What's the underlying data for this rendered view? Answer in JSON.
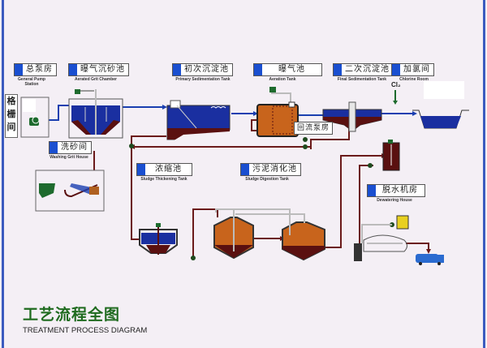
{
  "title": {
    "cn": "工艺流程全图",
    "en": "TREATMENT PROCESS DIAGRAM"
  },
  "units": [
    {
      "id": "grille",
      "cn": "格栅间",
      "en": ""
    },
    {
      "id": "pump_station",
      "cn": "总泵房",
      "en": "General Pump Station"
    },
    {
      "id": "grit_chamber",
      "cn": "曝气沉砂池",
      "en": "Aerated Grit  Chamber"
    },
    {
      "id": "primary_sed",
      "cn": "初次沉淀池",
      "en": "Primary Sedimentation Tank"
    },
    {
      "id": "aeration",
      "cn": "曝气池",
      "en": "Aeration Tank"
    },
    {
      "id": "final_sed",
      "cn": "二次沉淀池",
      "en": "Final Sedimentation Tank"
    },
    {
      "id": "chlorine",
      "cn": "加氯间",
      "en": "Chlorine Room"
    },
    {
      "id": "grit_wash",
      "cn": "洗砂间",
      "en": "Washing Grit House"
    },
    {
      "id": "thickening",
      "cn": "浓缩池",
      "en": "Sludge Thickening Tank"
    },
    {
      "id": "digestion",
      "cn": "污泥消化池",
      "en": "Sludge Digestion Tank"
    },
    {
      "id": "dewatering",
      "cn": "脱水机房",
      "en": "Dewatering House"
    },
    {
      "id": "return_pump",
      "cn": "回流泵房",
      "en": ""
    }
  ],
  "chemical": "Cl₂",
  "colors": {
    "water": "#1a2fa0",
    "sludge": "#5a1010",
    "pipe_sludge": "#6b1a1a",
    "pipe_water": "#1a3fb0",
    "aeration_fill": "#c8641c",
    "label_square": "#1a4fd0",
    "title_green": "#1f6b1f",
    "pump_green": "#1e6b2e",
    "frame_blue": "#3b5bbf"
  }
}
